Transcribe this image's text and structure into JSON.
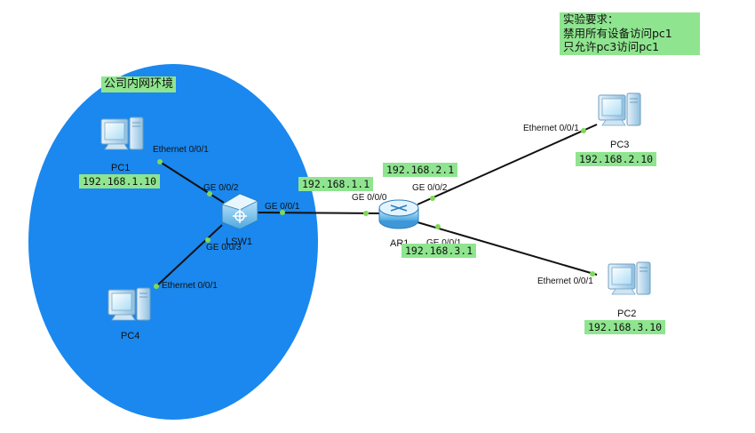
{
  "requirements": {
    "title": "实验要求：",
    "line1": "禁用所有设备访问pc1",
    "line2": "只允许pc3访问pc1"
  },
  "zone": {
    "label": "公司内网环境",
    "color": "#1a88ee"
  },
  "devices": {
    "pc1": {
      "name": "PC1",
      "ip": "192.168.1.10"
    },
    "pc4": {
      "name": "PC4"
    },
    "pc3": {
      "name": "PC3",
      "ip": "192.168.2.10"
    },
    "pc2": {
      "name": "PC2",
      "ip": "192.168.3.10"
    },
    "lsw1": {
      "name": "LSW1"
    },
    "ar1": {
      "name": "AR1"
    }
  },
  "interfaces": {
    "pc1_eth": "Ethernet 0/0/1",
    "pc4_eth": "Ethernet 0/0/1",
    "pc3_eth": "Ethernet 0/0/1",
    "pc2_eth": "Ethernet 0/0/1",
    "lsw_g2": "GE 0/0/2",
    "lsw_g3": "GE 0/0/3",
    "lsw_g1": "GE 0/0/1",
    "ar_g0": "GE 0/0/0",
    "ar_g2": "GE 0/0/2",
    "ar_g1": "GE 0/0/1"
  },
  "addresses": {
    "gw1": "192.168.1.1",
    "gw2": "192.168.2.1",
    "gw3": "192.168.3.1"
  },
  "colors": {
    "port": "#7ed957",
    "label_bg": "#8fe58f",
    "link": "#111111"
  }
}
